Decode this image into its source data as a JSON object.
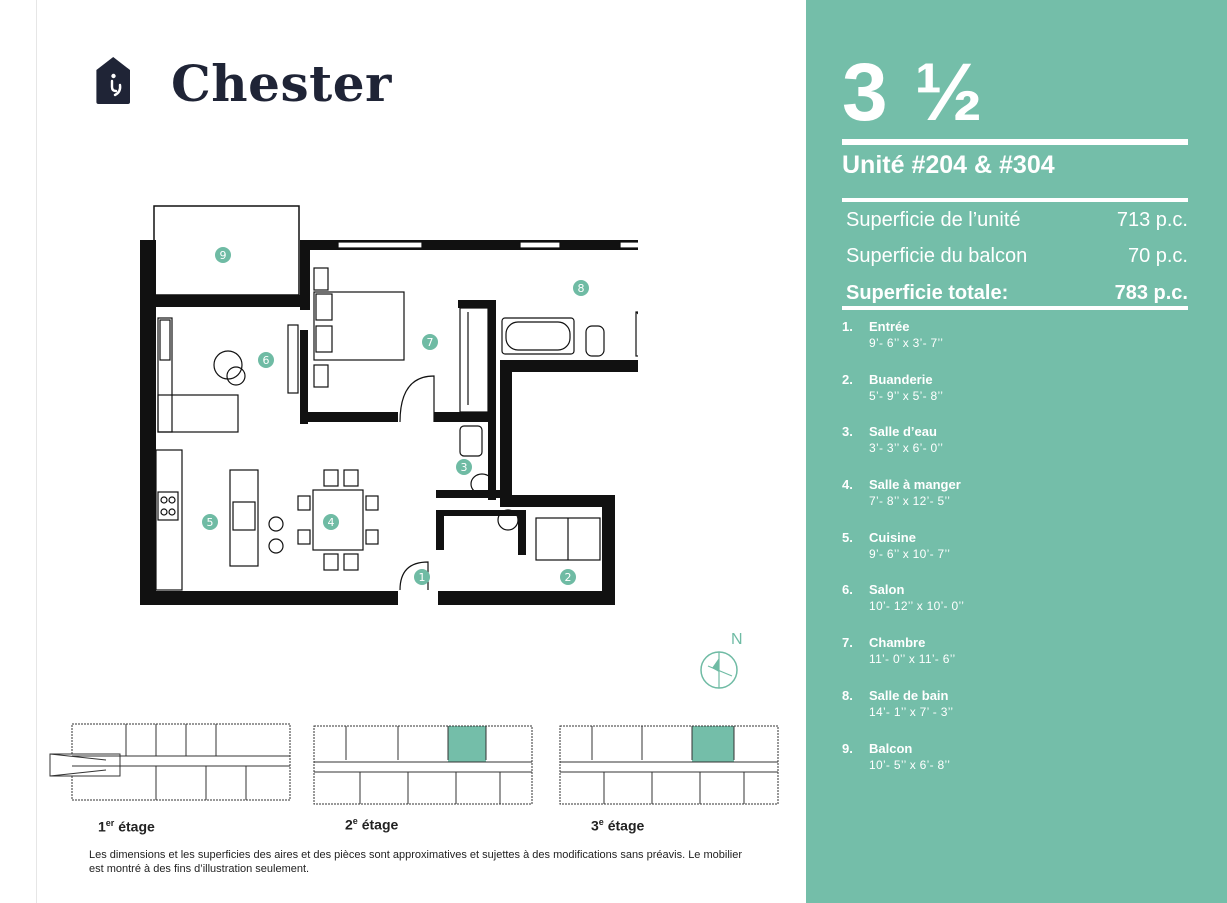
{
  "brand": {
    "name": "Chester",
    "logo_icon": "house-logo-icon"
  },
  "unit": {
    "type": "3 ½",
    "title": "Unité #204 & #304",
    "areas": [
      {
        "label": "Superficie de l’unité",
        "value": "713 p.c."
      },
      {
        "label": "Superficie du balcon",
        "value": "70 p.c."
      }
    ],
    "total": {
      "label": "Superficie totale:",
      "value": "783 p.c."
    }
  },
  "rooms": [
    {
      "num": "1.",
      "name": "Entrée",
      "dims": "9’- 6’’ x 3’- 7’’"
    },
    {
      "num": "2.",
      "name": "Buanderie",
      "dims": "5’- 9’’ x 5’- 8’’"
    },
    {
      "num": "3.",
      "name": "Salle d’eau",
      "dims": "3’- 3’’ x  6’- 0’’"
    },
    {
      "num": "4.",
      "name": "Salle à manger",
      "dims": "7’- 8’’ x 12’- 5’’"
    },
    {
      "num": "5.",
      "name": "Cuisine",
      "dims": "9’- 6’’ x 10’- 7’’"
    },
    {
      "num": "6.",
      "name": "Salon",
      "dims": "10’- 12’’ x  10’- 0’’"
    },
    {
      "num": "7.",
      "name": "Chambre",
      "dims": "11’- 0’’ x  11’- 6’’"
    },
    {
      "num": "8.",
      "name": "Salle de bain",
      "dims": "14’- 1’’ x 7’ - 3’’"
    },
    {
      "num": "9.",
      "name": "Balcon",
      "dims": "10’- 5’’ x  6’- 8’’"
    }
  ],
  "plan": {
    "markers": [
      "1",
      "2",
      "3",
      "4",
      "5",
      "6",
      "7",
      "8",
      "9"
    ]
  },
  "compass": {
    "label": "N"
  },
  "floors": [
    {
      "num": "1",
      "suffix": "er",
      "label": "étage"
    },
    {
      "num": "2",
      "suffix": "e",
      "label": "étage"
    },
    {
      "num": "3",
      "suffix": "e",
      "label": "étage"
    }
  ],
  "disclaimer": "Les dimensions et les superficies des aires et des pièces sont approximatives et sujettes à des modifications sans préavis. Le mobilier est montré à des fins d’illustration seulement.",
  "colors": {
    "accent": "#74bea9",
    "ink": "#1f2436",
    "marker": "#6fbba4"
  }
}
